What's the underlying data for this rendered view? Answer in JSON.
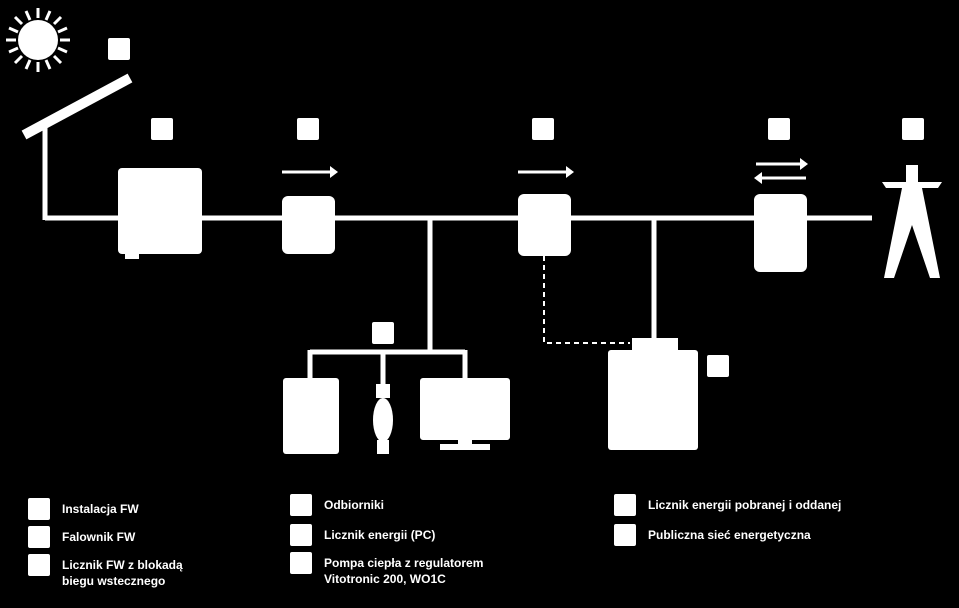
{
  "colors": {
    "background": "#000000",
    "foreground": "#ffffff"
  },
  "icons": {
    "sun": "sun-icon",
    "pv_panel": "solar-panel-icon",
    "inverter": "inverter-icon",
    "meter": "energy-meter-icon",
    "appliances": [
      "appliance-icon",
      "light-bulb-icon",
      "monitor-icon"
    ],
    "heat_pump": "heat-pump-icon",
    "grid": "power-pylon-icon"
  },
  "legend": {
    "left": [
      {
        "label": "Instalacja FW"
      },
      {
        "label": "Falownik FW"
      },
      {
        "label": "Licznik FW z blokadą\nbiegu wstecznego"
      }
    ],
    "middle": [
      {
        "label": "Odbiorniki"
      },
      {
        "label": "Licznik energii (PC)"
      },
      {
        "label": "Pompa ciepła z regulatorem\nVitotronic 200, WO1C"
      }
    ],
    "right": [
      {
        "label": "Licznik energii pobranej i oddanej"
      },
      {
        "label": "Publiczna sieć energetyczna"
      }
    ]
  }
}
